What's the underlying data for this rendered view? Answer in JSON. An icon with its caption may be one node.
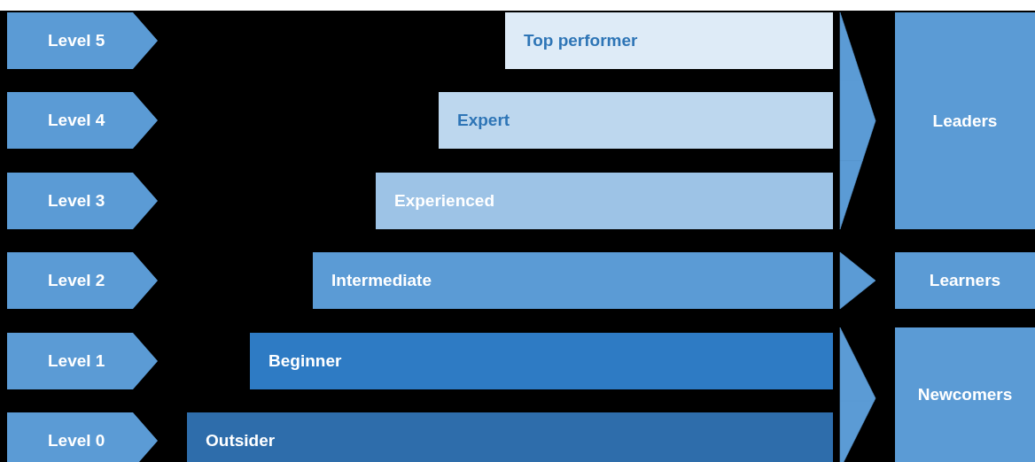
{
  "diagram": {
    "nodes": [
      {
        "text": [
          "Level 5"
        ]
      },
      {
        "text": [
          "Top performer"
        ]
      },
      {
        "text": [
          "Leaders"
        ]
      },
      {
        "text": [
          "Level 4"
        ]
      },
      {
        "text": [
          "Expert"
        ]
      },
      {
        "text": [
          "Level 3"
        ]
      },
      {
        "text": [
          "Experienced"
        ]
      },
      {
        "text": [
          "Level 2"
        ]
      },
      {
        "text": [
          "Intermediate"
        ]
      },
      {
        "text": [
          "Learners"
        ]
      },
      {
        "text": [
          "Level 1"
        ]
      },
      {
        "text": [
          "Beginner"
        ]
      },
      {
        "text": [
          "Newcomers"
        ]
      },
      {
        "text": [
          "Level 0"
        ]
      },
      {
        "text": [
          "Outsider"
        ]
      }
    ],
    "edges": [
      {
        "from": 1,
        "to": 2,
        "arrow": "to"
      },
      {
        "from": 4,
        "to": 2,
        "arrow": "to"
      },
      {
        "from": 6,
        "to": 2,
        "arrow": "to"
      },
      {
        "from": 8,
        "to": 9,
        "arrow": "to"
      },
      {
        "from": 11,
        "to": 12,
        "arrow": "to"
      },
      {
        "from": 14,
        "to": 12,
        "arrow": "to"
      }
    ]
  }
}
